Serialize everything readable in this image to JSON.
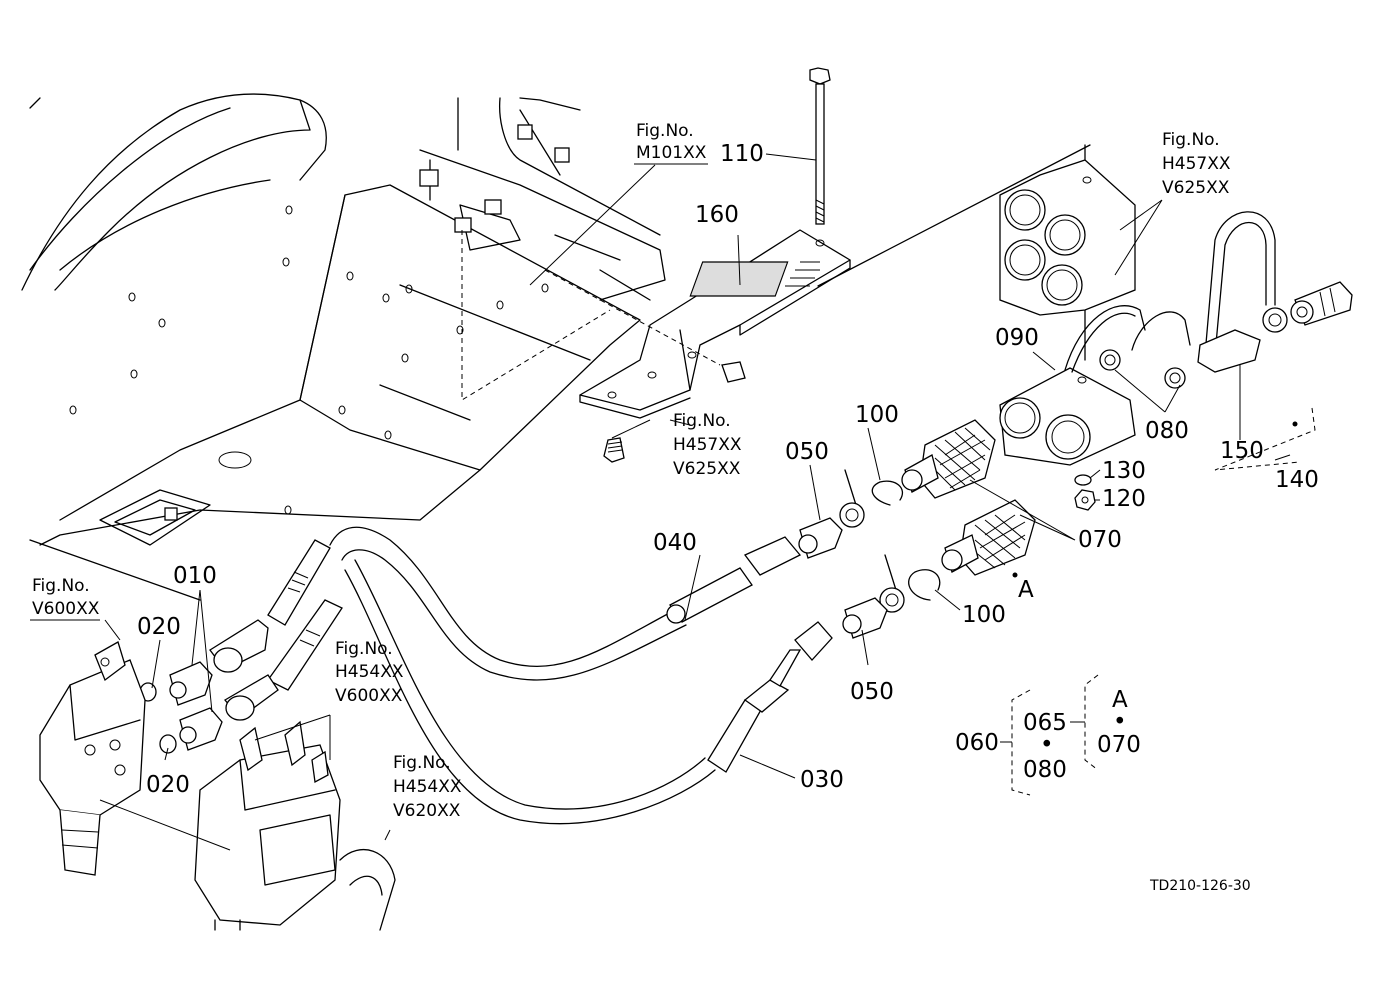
{
  "part_labels": {
    "p010": "010",
    "p020a": "020",
    "p020b": "020",
    "p030": "030",
    "p040": "040",
    "p050a": "050",
    "p050b": "050",
    "p060": "060",
    "p065": "065",
    "p070a": "070",
    "p070b": "070",
    "p080a": "080",
    "p080b": "080",
    "p090": "090",
    "p100a": "100",
    "p100b": "100",
    "p110": "110",
    "p120": "120",
    "p130": "130",
    "p140": "140",
    "p150": "150",
    "p160": "160",
    "markA1": "A",
    "markA2": "A",
    "dot1": "•",
    "dot2": "•"
  },
  "fig_refs": {
    "m101": {
      "head": "Fig.No.",
      "l1": "M101XX"
    },
    "h457top": {
      "head": "Fig.No.",
      "l1": "H457XX",
      "l2": "V625XX"
    },
    "h457mid": {
      "head": "Fig.No.",
      "l1": "H457XX",
      "l2": "V625XX"
    },
    "v600": {
      "head": "Fig.No.",
      "l1": "V600XX"
    },
    "h454a": {
      "head": "Fig.No.",
      "l1": "H454XX",
      "l2": "V600XX"
    },
    "h454b": {
      "head": "Fig.No.",
      "l1": "H454XX",
      "l2": "V620XX"
    }
  },
  "drawing_code": "TD210-126-30"
}
